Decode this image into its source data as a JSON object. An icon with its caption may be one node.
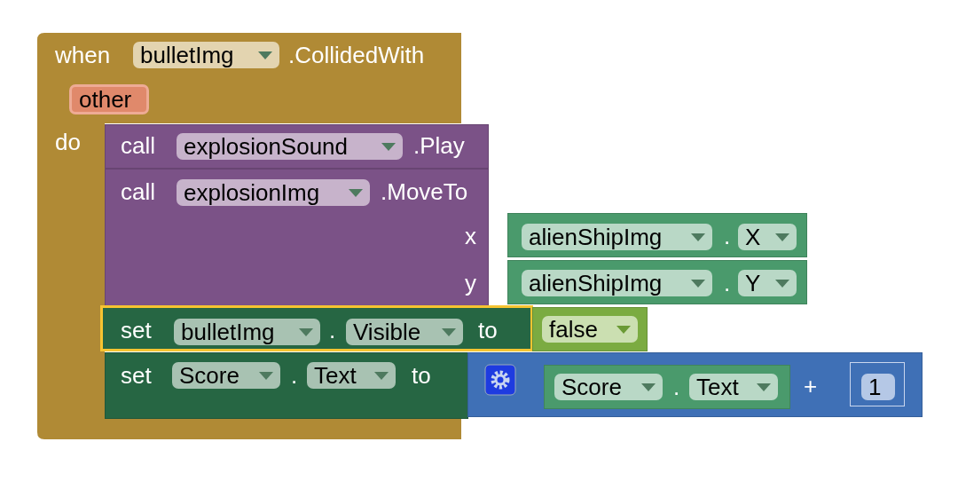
{
  "diagram": {
    "nodes": [
      {
        "text": [
          "when",
          ".CollidedWith",
          "do"
        ]
      },
      {
        "text": [
          "bulletImg"
        ],
        "in": 0
      },
      {
        "text": [
          "other"
        ],
        "in": 0
      },
      {
        "text": [
          "call",
          ".Play"
        ],
        "in": 0
      },
      {
        "text": [
          "explosionSound"
        ],
        "in": 3
      },
      {
        "text": [
          "call",
          ".MoveTo",
          "x",
          "y"
        ],
        "in": 0
      },
      {
        "text": [
          "explosionImg"
        ],
        "in": 5
      },
      {
        "text": [
          "."
        ]
      },
      {
        "text": [
          "alienShipImg"
        ],
        "in": 7
      },
      {
        "text": [
          "X"
        ],
        "in": 7
      },
      {
        "text": [
          "."
        ]
      },
      {
        "text": [
          "alienShipImg"
        ],
        "in": 10
      },
      {
        "text": [
          "Y"
        ],
        "in": 10
      },
      {
        "text": [
          "set",
          ".",
          "to"
        ]
      },
      {
        "text": [
          "bulletImg"
        ],
        "in": 13
      },
      {
        "text": [
          "Visible"
        ],
        "in": 13
      },
      {
        "text": [
          "false"
        ]
      },
      {
        "text": [
          "set",
          ".",
          "to"
        ],
        "in": 0
      },
      {
        "text": [
          "Score"
        ],
        "in": 17
      },
      {
        "text": [
          "Text"
        ],
        "in": 17
      },
      {
        "text": [
          "+"
        ]
      },
      {
        "text": [
          "."
        ],
        "in": 20
      },
      {
        "text": [
          "Score"
        ],
        "in": 21
      },
      {
        "text": [
          "Text"
        ],
        "in": 21
      },
      {
        "text": [
          "1"
        ],
        "in": 20
      }
    ]
  }
}
